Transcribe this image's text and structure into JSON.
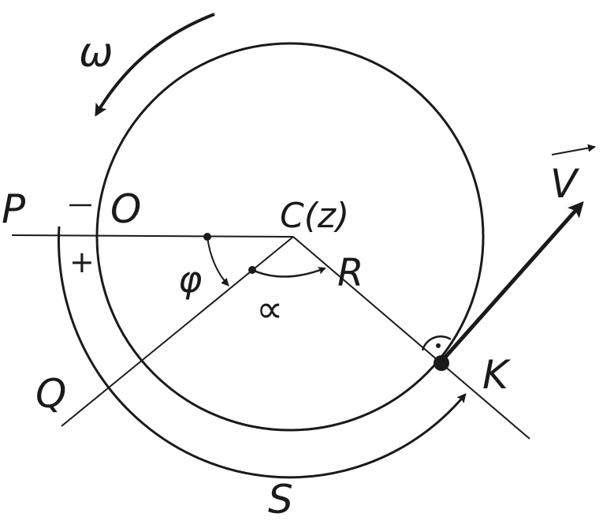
{
  "labels": {
    "omega": "ω",
    "p": "P",
    "minus": "−",
    "o": "O",
    "center": "C(z)",
    "plus": "+",
    "phi": "φ",
    "alpha": "∝",
    "r": "R",
    "q": "Q",
    "k": "K",
    "s": "S",
    "v": "V"
  },
  "colors": {
    "ink": "#1a1a1a",
    "background": "#ffffff"
  }
}
